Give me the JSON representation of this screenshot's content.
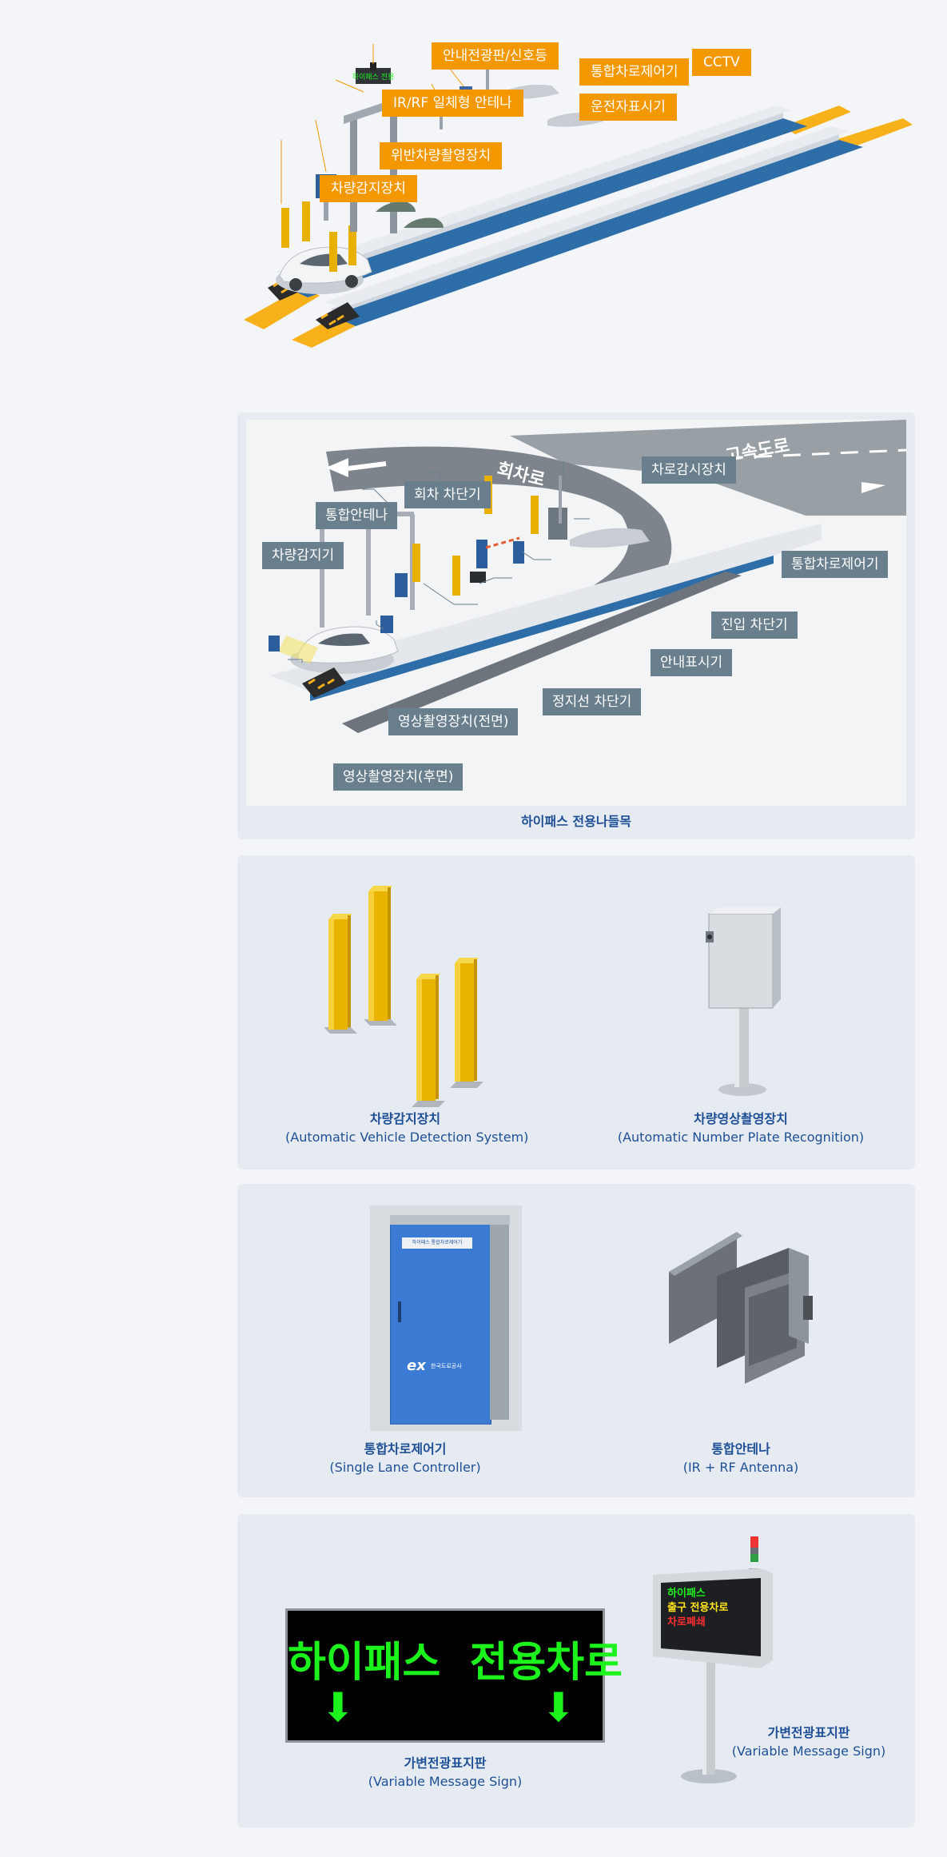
{
  "hero": {
    "labels": {
      "info_sign": "안내전광판/신호등",
      "lane_controller": "통합차로제어기",
      "cctv": "CCTV",
      "antenna": "IR/RF 일체형 안테나",
      "driver_display": "운전자표시기",
      "violation_camera": "위반차량촬영장치",
      "vehicle_detection": "차량감지장치"
    },
    "gantry_sign": "하이패스 전용"
  },
  "layout_panel": {
    "road_labels": {
      "return_road": "회차로",
      "highway": "고속도로"
    },
    "labels": {
      "lane_monitor": "차로감시장치",
      "return_barrier": "회차 차단기",
      "integrated_antenna": "통합안테나",
      "vehicle_detector": "차량감지기",
      "lane_controller": "통합차로제어기",
      "entry_barrier": "진입 차단기",
      "guide_display": "안내표시기",
      "stopline_barrier": "정지선 차단기",
      "front_camera": "영상촬영장치(전면)",
      "rear_camera": "영상촬영장치(후면)"
    },
    "caption": "하이패스 전용나들목"
  },
  "devices_row1": {
    "left": {
      "title": "차량감지장치",
      "subtitle": "(Automatic Vehicle Detection System)"
    },
    "right": {
      "title": "차량영상촬영장치",
      "subtitle": "(Automatic Number Plate Recognition)"
    }
  },
  "devices_row2": {
    "left": {
      "title": "통합차로제어기",
      "subtitle": "(Single Lane Controller)",
      "cabinet_brand": "ex",
      "cabinet_text": "한국도로공사",
      "cabinet_plate": "하이패스 통합차로제어기"
    },
    "right": {
      "title": "통합안테나",
      "subtitle": "(IR + RF Antenna)"
    }
  },
  "devices_row3": {
    "left": {
      "title": "가변전광표지판",
      "subtitle": "(Variable Message Sign)",
      "sign_text": "하이패스  전용차로",
      "arrow_left": "⬇",
      "arrow_right": "⬇"
    },
    "right": {
      "title": "가변전광표지판",
      "subtitle": "(Variable Message Sign)",
      "line1": "하이패스",
      "line2": "출구 전용차로",
      "line3": "차로폐쇄"
    }
  },
  "colors": {
    "orange_label": "#f39800",
    "gray_label": "#6a7f8d",
    "caption_blue": "#1e4f96",
    "led_green": "#1cf21c",
    "led_yellow": "#ffe51a",
    "led_red": "#ff3030",
    "panel_bg": "#e6ebf1"
  }
}
